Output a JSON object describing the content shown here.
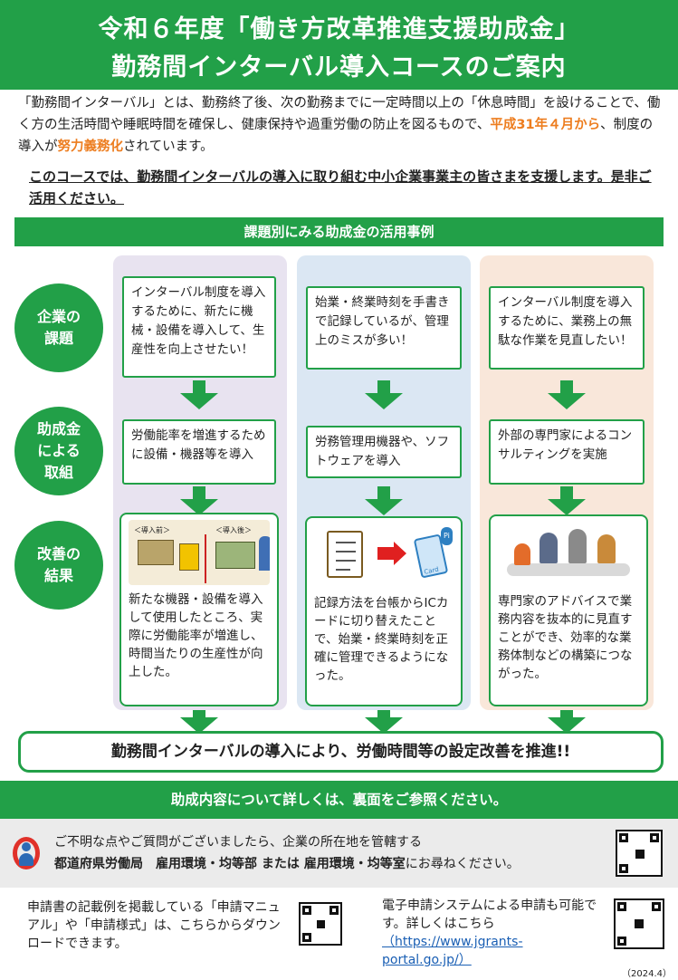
{
  "header": {
    "title_line1": "令和６年度「働き方改革推進支援助成金」",
    "title_line2": "勤務間インターバル導入コースのご案内"
  },
  "intro": {
    "part1": "「勤務間インターバル」とは、勤務終了後、次の勤務までに一定時間以上の「休息時間」を設けることで、働く方の生活時間や睡眠時間を確保し、健康保持や過重労働の防止を図るもので、",
    "highlight1": "平成31年４月から",
    "part2": "、制度の導入が",
    "highlight2": "努力義務化",
    "part3": "されています。"
  },
  "lead": "このコースでは、勤務間インターバルの導入に取り組む中小企業事業主の皆さまを支援します。是非ご活用ください。",
  "band_title": "課題別にみる助成金の活用事例",
  "row_labels": {
    "issue": "企業の\n課題",
    "action": "助成金\nによる\n取組",
    "result": "改善の\n結果"
  },
  "cases": [
    {
      "issue": "インターバル制度を導入するために、新たに機械・設備を導入して、生産性を向上させたい！",
      "action": "労働能率を増進するために設備・機器等を導入",
      "result": "新たな機器・設備を導入して使用したところ、実際に労働能率が増進し、時間当たりの生産性が向上した。",
      "ill_before": "＜導入前＞",
      "ill_after": "＜導入後＞"
    },
    {
      "issue": "始業・終業時刻を手書きで記録しているが、管理上のミスが多い！",
      "action": "労務管理用機器や、ソフトウェアを導入",
      "result": "記録方法を台帳からICカードに切り替えたことで、始業・終業時刻を正確に管理できるようになった。",
      "ill_card": "Card",
      "ill_pi": "Pi"
    },
    {
      "issue": "インターバル制度を導入するために、業務上の無駄な作業を見直したい！",
      "action": "外部の専門家によるコンサルティングを実施",
      "result": "専門家のアドバイスで業務内容を抜本的に見直すことができ、効率的な業務体制などの構築につながった。"
    }
  ],
  "banner": "勤務間インターバルの導入により、労働時間等の設定改善を推進!!",
  "detail_band": "助成内容について詳しくは、裏面をご参照ください。",
  "contact": {
    "line1": "ご不明な点やご質問がございましたら、企業の所在地を管轄する",
    "line2_bold": "都道府県労働局　雇用環境・均等部 または 雇用環境・均等室",
    "line2_rest": "にお尋ねください。"
  },
  "footer_left": "申請書の記載例を掲載している「申請マニュアル」や「申請様式」は、こちらからダウンロードできます。",
  "footer_right": {
    "text": "電子申請システムによる申請も可能です。詳しくはこちら",
    "url": "（https://www.jgrants-portal.go.jp/）"
  },
  "date": "（2024.4）",
  "colors": {
    "green": "#22a048",
    "orange": "#ed7d1f"
  }
}
